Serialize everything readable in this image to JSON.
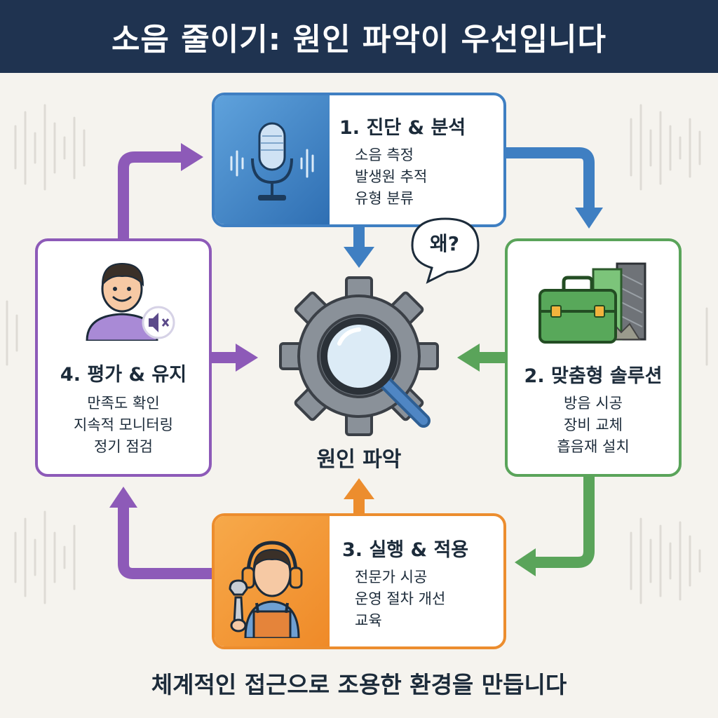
{
  "header": {
    "title": "소음 줄이기: 원인 파악이 우선입니다"
  },
  "center": {
    "label": "원인 파악",
    "bubble": "왜?"
  },
  "steps": [
    {
      "title": "1. 진단 & 분석",
      "items": [
        "소음 측정",
        "발생원 추적",
        "유형 분류"
      ]
    },
    {
      "title": "2. 맞춤형 솔루션",
      "items": [
        "방음 시공",
        "장비 교체",
        "흡음재 설치"
      ]
    },
    {
      "title": "3. 실행 & 적용",
      "items": [
        "전문가 시공",
        "운영 절차 개선",
        "교육"
      ]
    },
    {
      "title": "4. 평가 & 유지",
      "items": [
        "만족도 확인",
        "지속적 모니터링",
        "정기 점검"
      ]
    }
  ],
  "footer": {
    "text": "체계적인 접근으로 조용한 환경을 만듭니다"
  },
  "colors": {
    "header_bg": "#1f3350",
    "step1": "#3f7fc2",
    "step2": "#5aa45a",
    "step3": "#ec8d2e",
    "step4": "#8d5ab8",
    "gear": "#8a9199"
  },
  "icons": {
    "step1": "microphone-icon",
    "step2": "toolbox-icon",
    "step3": "worker-headphones-icon",
    "step4": "smiling-person-icon",
    "center": "gear-magnifier-icon"
  }
}
